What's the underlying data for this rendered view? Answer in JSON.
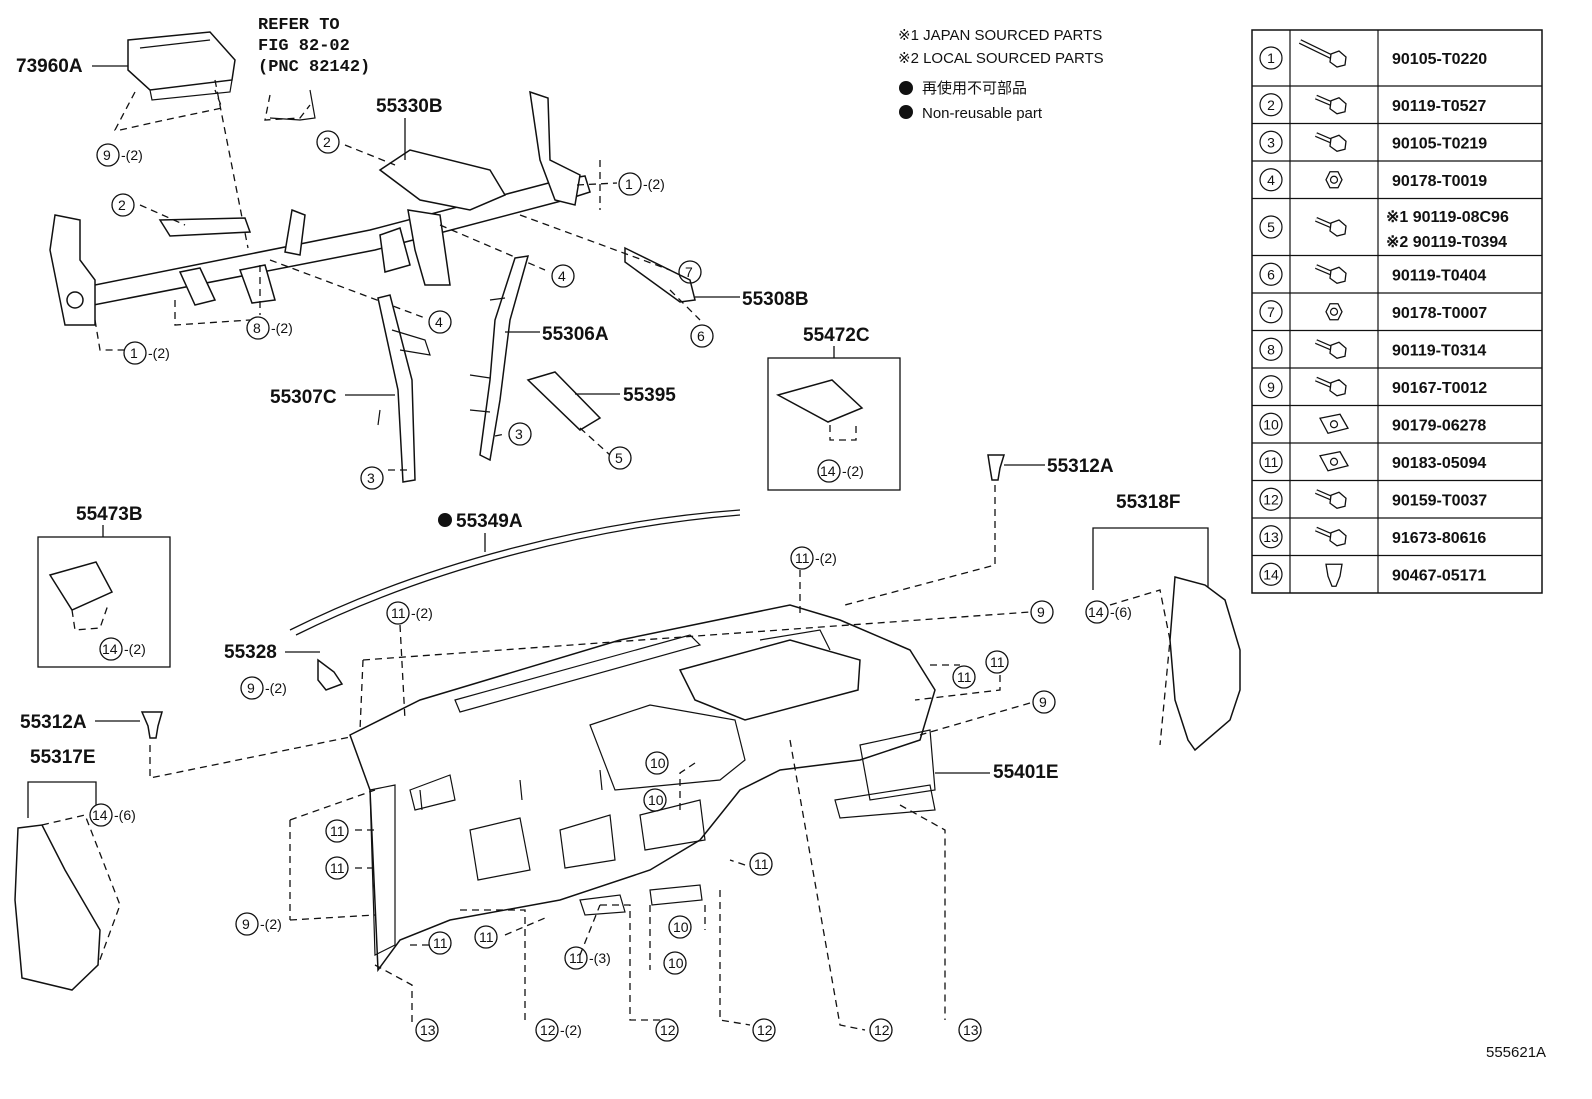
{
  "diagram": {
    "refer": [
      "REFER TO",
      "FIG 82-02",
      "(PNC 82142)"
    ],
    "legend": {
      "l1": "※1 JAPAN SOURCED PARTS",
      "l2": "※2 LOCAL SOURCED PARTS",
      "l3": "再使用不可部品",
      "l4": "Non-reusable part"
    },
    "figure_id": "555621A",
    "parts": {
      "p73960A": "73960A",
      "p55330B": "55330B",
      "p55308B": "55308B",
      "p55306A": "55306A",
      "p55307C": "55307C",
      "p55395": "55395",
      "p55472C": "55472C",
      "p55473B": "55473B",
      "p55312A_a": "55312A",
      "p55312A_b": "55312A",
      "p55318F": "55318F",
      "p55349A": "55349A",
      "p55328": "55328",
      "p55317E": "55317E",
      "p55401E": "55401E"
    },
    "callouts": {
      "q2": "-(2)",
      "q3": "-(3)",
      "q6": "-(6)"
    },
    "table": [
      {
        "no": "1",
        "part": "90105-T0220"
      },
      {
        "no": "2",
        "part": "90119-T0527"
      },
      {
        "no": "3",
        "part": "90105-T0219"
      },
      {
        "no": "4",
        "part": "90178-T0019"
      },
      {
        "no": "5",
        "part": "※1 90119-08C96",
        "part2": "※2 90119-T0394"
      },
      {
        "no": "6",
        "part": "90119-T0404"
      },
      {
        "no": "7",
        "part": "90178-T0007"
      },
      {
        "no": "8",
        "part": "90119-T0314"
      },
      {
        "no": "9",
        "part": "90167-T0012"
      },
      {
        "no": "10",
        "part": "90179-06278"
      },
      {
        "no": "11",
        "part": "90183-05094"
      },
      {
        "no": "12",
        "part": "90159-T0037"
      },
      {
        "no": "13",
        "part": "91673-80616"
      },
      {
        "no": "14",
        "part": "90467-05171"
      }
    ]
  }
}
